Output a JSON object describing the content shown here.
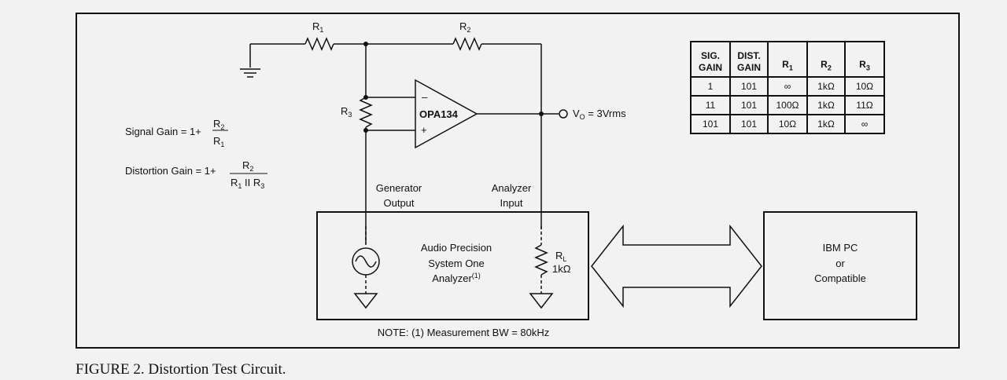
{
  "figure": {
    "caption": "FIGURE 2. Distortion Test Circuit."
  },
  "labels": {
    "r1": "R",
    "r1_sub": "1",
    "r2": "R",
    "r2_sub": "2",
    "r3": "R",
    "r3_sub": "3",
    "opamp": "OPA134",
    "opamp_minus": "–",
    "opamp_plus": "+",
    "vout": "V",
    "vout_sub": "O",
    "vout_value": " = 3Vrms",
    "generator_line1": "Generator",
    "generator_line2": "Output",
    "analyzer_line1": "Analyzer",
    "analyzer_line2": "Input",
    "rl": "R",
    "rl_sub": "L",
    "rl_value": "1kΩ",
    "analyzer_box_line1": "Audio Precision",
    "analyzer_box_line2": "System One",
    "analyzer_box_line3": "Analyzer",
    "analyzer_box_note_ref": "(1)",
    "pc_line1": "IBM PC",
    "pc_line2": "or",
    "pc_line3": "Compatible",
    "note": "NOTE: (1) Measurement BW = 80kHz"
  },
  "equations": {
    "signal_gain_prefix": "Signal Gain = 1+",
    "signal_num": "R",
    "signal_num_sub": "2",
    "signal_den": "R",
    "signal_den_sub": "1",
    "distortion_gain_prefix": "Distortion Gain = 1+",
    "dist_num": "R",
    "dist_num_sub": "2",
    "dist_den_a": "R",
    "dist_den_a_sub": "1",
    "dist_den_op": " II R",
    "dist_den_b_sub": "3"
  },
  "table": {
    "headers": [
      {
        "line1": "SIG.",
        "line2": "GAIN"
      },
      {
        "line1": "DIST.",
        "line2": "GAIN"
      },
      {
        "line1": "",
        "line2": "R",
        "sub": "1"
      },
      {
        "line1": "",
        "line2": "R",
        "sub": "2"
      },
      {
        "line1": "",
        "line2": "R",
        "sub": "3"
      }
    ],
    "rows": [
      [
        "1",
        "101",
        "∞",
        "1kΩ",
        "10Ω"
      ],
      [
        "11",
        "101",
        "100Ω",
        "1kΩ",
        "11Ω"
      ],
      [
        "101",
        "101",
        "10Ω",
        "1kΩ",
        "∞"
      ]
    ]
  }
}
